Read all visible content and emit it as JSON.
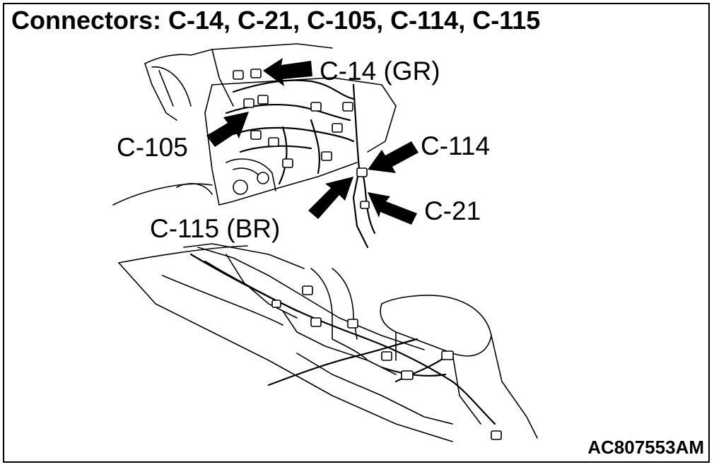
{
  "title": "Connectors: C-14, C-21, C-105, C-114, C-115",
  "callouts": {
    "c14": "C-14 (GR)",
    "c105": "C-105",
    "c114": "C-114",
    "c21": "C-21",
    "c115": "C-115 (BR)"
  },
  "figure_id": "AC807553AM",
  "colors": {
    "line": "#000000",
    "background": "#ffffff"
  }
}
